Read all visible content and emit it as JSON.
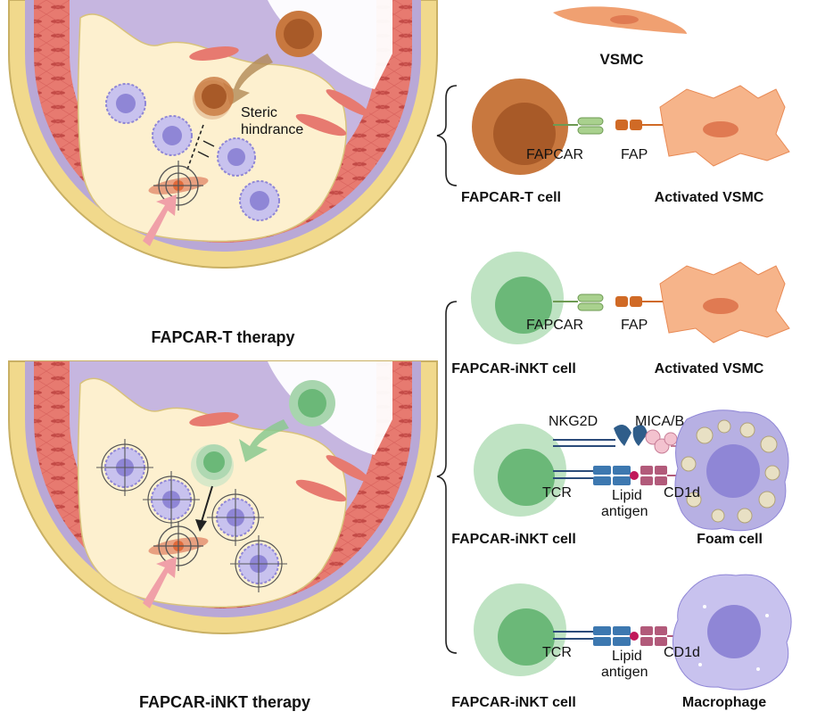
{
  "panels": {
    "fapcar_t_therapy": {
      "title": "FAPCAR-T therapy",
      "steric_label_line1": "Steric",
      "steric_label_line2": "hindrance"
    },
    "fapcar_inkt_therapy": {
      "title": "FAPCAR-iNKT therapy"
    }
  },
  "right": {
    "vsmc_label": "VSMC",
    "row1": {
      "cell_left": "FAPCAR-T cell",
      "cell_right": "Activated VSMC",
      "receptor": "FAPCAR",
      "ligand": "FAP"
    },
    "row2": {
      "cell_left": "FAPCAR-iNKT cell",
      "cell_right": "Activated VSMC",
      "receptor": "FAPCAR",
      "ligand": "FAP"
    },
    "row3": {
      "cell_left": "FAPCAR-iNKT cell",
      "cell_right": "Foam cell",
      "nkg2d": "NKG2D",
      "mica": "MICA/B",
      "tcr": "TCR",
      "lipid1": "Lipid",
      "lipid2": "antigen",
      "cd1d": "CD1d"
    },
    "row4": {
      "cell_left": "FAPCAR-iNKT cell",
      "cell_right": "Macrophage",
      "tcr": "TCR",
      "lipid1": "Lipid",
      "lipid2": "antigen",
      "cd1d": "CD1d"
    }
  },
  "colors": {
    "vessel_outer": "#f1d98c",
    "vessel_muscle": "#e6776f",
    "vessel_purple": "#b9a8d6",
    "lumen": "#fdf0cf",
    "t_cell": "#c8783f",
    "inkt_cell": "#a8d5ae",
    "vsmc": "#f0a071",
    "macrophage": "#b7b0e3",
    "target_red": "#e06a3a",
    "pink_arrow": "#f0a0a8"
  }
}
